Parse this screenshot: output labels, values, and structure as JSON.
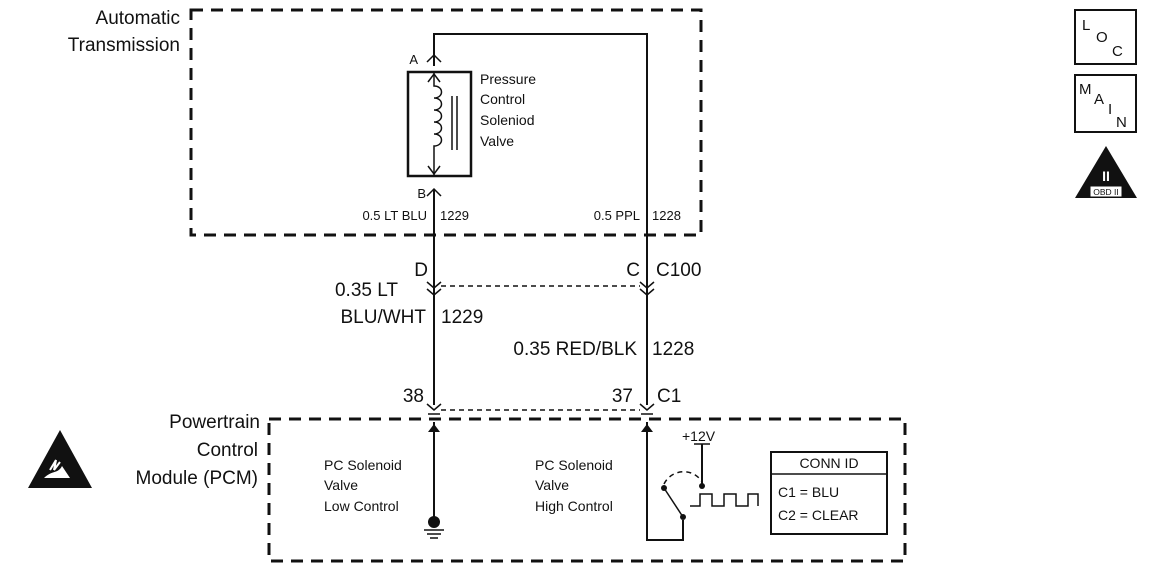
{
  "title_left": {
    "line1": "Automatic",
    "line2": "Transmission"
  },
  "solenoid": {
    "pin_a": "A",
    "pin_b": "B",
    "line1": "Pressure",
    "line2": "Control",
    "line3": "Soleniod",
    "line4": "Valve"
  },
  "wires_upper": {
    "left_label": "0.5 LT BLU",
    "left_circuit": "1229",
    "right_label": "0.5 PPL",
    "right_circuit": "1228"
  },
  "connector_c100": {
    "pin_left": "D",
    "pin_right": "C",
    "name": "C100"
  },
  "wires_lower": {
    "left_line1": "0.35 LT",
    "left_line2": "BLU/WHT",
    "left_circuit": "1229",
    "right_label": "0.35 RED/BLK",
    "right_circuit": "1228"
  },
  "connector_c1": {
    "pin_left": "38",
    "pin_right": "37",
    "name": "C1"
  },
  "pcm": {
    "line1": "Powertrain",
    "line2": "Control",
    "line3": "Module (PCM)",
    "low": {
      "line1": "PC Solenoid",
      "line2": "Valve",
      "line3": "Low Control"
    },
    "high": {
      "line1": "PC Solenoid",
      "line2": "Valve",
      "line3": "High Control"
    },
    "supply": "+12V"
  },
  "conn_id": {
    "title": "CONN ID",
    "row1": "C1 = BLU",
    "row2": "C2 = CLEAR"
  },
  "nav_icons": {
    "loc": {
      "l1": "L",
      "l2": "O",
      "l3": "C"
    },
    "main": {
      "l1": "M",
      "l2": "A",
      "l3": "I",
      "l4": "N"
    },
    "obd": {
      "roman": "II",
      "text": "OBD II"
    }
  },
  "icons": [
    "esd-warning-icon",
    "loc-icon",
    "main-icon",
    "obd-ii-icon",
    "coil-icon",
    "ground-icon"
  ]
}
